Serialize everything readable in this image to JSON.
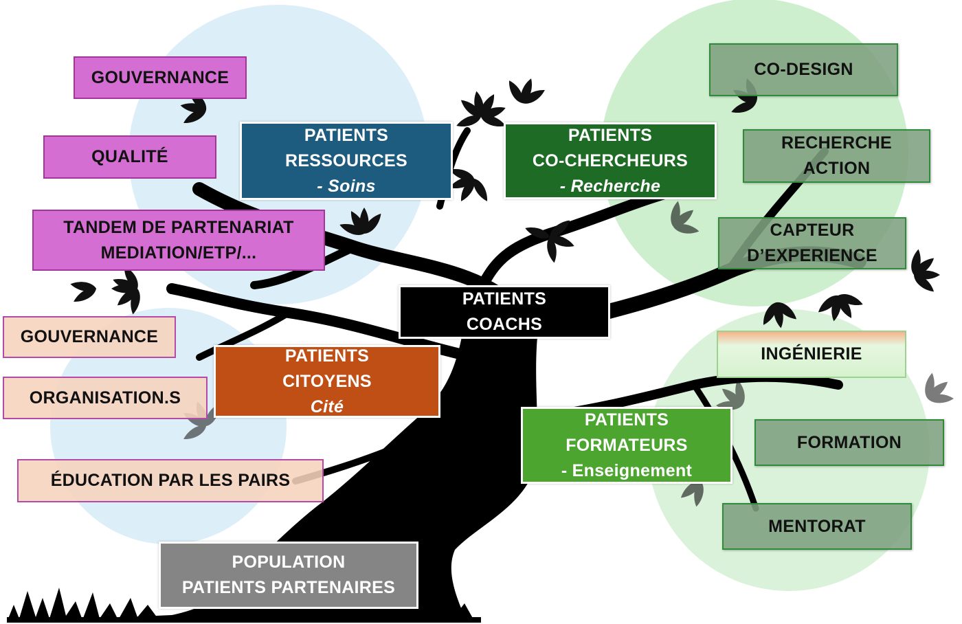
{
  "colors": {
    "ressources": "#1d5c7e",
    "cochercheurs": "#1e6b25",
    "coachs": "#000000",
    "citoyens": "#c04f16",
    "formateurs": "#4ca52f",
    "population": "#858585",
    "pink": "#d56ed3",
    "peach": "#f6d3bc",
    "sage": "#7ea080",
    "circle_blue": "#d6ebf7",
    "circle_green": "#c4ecc6"
  },
  "main_nodes": {
    "ressources": {
      "line1": "PATIENTS",
      "line2": "RESSOURCES",
      "line3": "- Soins"
    },
    "cochercheurs": {
      "line1": "PATIENTS",
      "line2": "CO-CHERCHEURS",
      "line3": "- Recherche"
    },
    "coachs": {
      "line1": "PATIENTS",
      "line2": "COACHS"
    },
    "citoyens": {
      "line1": "PATIENTS",
      "line2": "CITOYENS",
      "line3": "Cité"
    },
    "formateurs": {
      "line1": "PATIENTS",
      "line2": "FORMATEURS",
      "line3": "- Enseignement"
    },
    "population": {
      "line1": "POPULATION",
      "line2": "PATIENTS PARTENAIRES"
    }
  },
  "soins_items": {
    "gouvernance": "GOUVERNANCE",
    "qualite": "QUALITÉ",
    "tandem_line1": "TANDEM DE PARTENARIAT",
    "tandem_line2": "MEDIATION/ETP/..."
  },
  "cite_items": {
    "gouvernance": "GOUVERNANCE",
    "organisations": "ORGANISATION.S",
    "education": "ÉDUCATION PAR LES PAIRS"
  },
  "recherche_items": {
    "codesign": "CO-DESIGN",
    "recherche_line1": "RECHERCHE",
    "recherche_line2": "ACTION",
    "capteur_line1": "CAPTEUR",
    "capteur_line2": "D’EXPERIENCE"
  },
  "enseignement_items": {
    "ingenierie": "INGÉNIERIE",
    "formation": "FORMATION",
    "mentorat": "MENTORAT"
  }
}
